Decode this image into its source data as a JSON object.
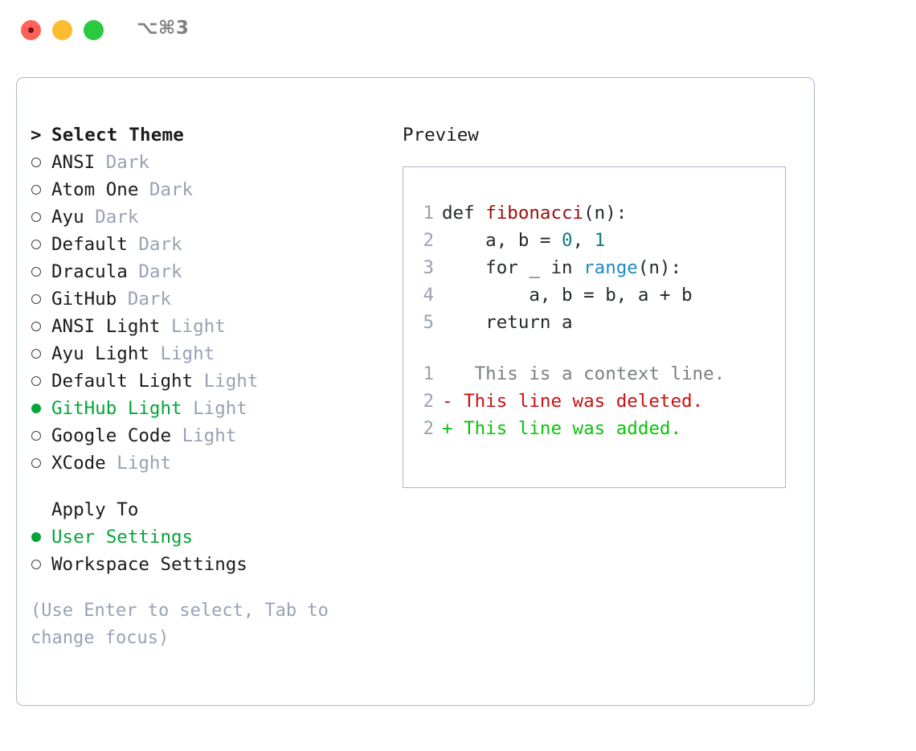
{
  "window": {
    "shortcut": "⌥⌘3",
    "traffic_lights": [
      {
        "name": "close",
        "color": "#ff6058"
      },
      {
        "name": "minimize",
        "color": "#fdbc2f"
      },
      {
        "name": "maximize",
        "color": "#2bc93f"
      }
    ]
  },
  "colors": {
    "panel_border": "#aeb7c2",
    "text": "#1b1b1b",
    "dim": "#98a2b3",
    "accent_green": "#05a437",
    "code_function": "#9c0d0d",
    "code_number": "#0f7d79",
    "code_builtin": "#1f8ac0",
    "diff_context": "#7c7f85",
    "diff_deleted": "#cc1010",
    "diff_added": "#0ac40a"
  },
  "theme_list": {
    "heading_marker": ">",
    "heading": "Select Theme",
    "items": [
      {
        "label": "ANSI",
        "tag": "Dark",
        "selected": false
      },
      {
        "label": "Atom One",
        "tag": "Dark",
        "selected": false
      },
      {
        "label": "Ayu",
        "tag": "Dark",
        "selected": false
      },
      {
        "label": "Default",
        "tag": "Dark",
        "selected": false
      },
      {
        "label": "Dracula",
        "tag": "Dark",
        "selected": false
      },
      {
        "label": "GitHub",
        "tag": "Dark",
        "selected": false
      },
      {
        "label": "ANSI Light",
        "tag": "Light",
        "selected": false
      },
      {
        "label": "Ayu Light",
        "tag": "Light",
        "selected": false
      },
      {
        "label": "Default Light",
        "tag": "Light",
        "selected": false
      },
      {
        "label": "GitHub Light",
        "tag": "Light",
        "selected": true
      },
      {
        "label": "Google Code",
        "tag": "Light",
        "selected": false
      },
      {
        "label": "XCode",
        "tag": "Light",
        "selected": false
      }
    ]
  },
  "apply_to": {
    "heading": "Apply To",
    "items": [
      {
        "label": "User Settings",
        "selected": true
      },
      {
        "label": "Workspace Settings",
        "selected": false
      }
    ]
  },
  "hint": "(Use Enter to select, Tab to change focus)",
  "preview": {
    "title": "Preview",
    "code_lines": [
      {
        "number": "1",
        "tokens": [
          {
            "text": "def ",
            "type": "plain"
          },
          {
            "text": "fibonacci",
            "type": "fn"
          },
          {
            "text": "(n):",
            "type": "plain"
          }
        ]
      },
      {
        "number": "2",
        "tokens": [
          {
            "text": "    a, b = ",
            "type": "plain"
          },
          {
            "text": "0",
            "type": "num"
          },
          {
            "text": ", ",
            "type": "plain"
          },
          {
            "text": "1",
            "type": "num"
          }
        ]
      },
      {
        "number": "3",
        "tokens": [
          {
            "text": "    for _ in ",
            "type": "plain"
          },
          {
            "text": "range",
            "type": "builtin"
          },
          {
            "text": "(n):",
            "type": "plain"
          }
        ]
      },
      {
        "number": "4",
        "tokens": [
          {
            "text": "        a, b = b, a + b",
            "type": "plain"
          }
        ]
      },
      {
        "number": "5",
        "tokens": [
          {
            "text": "    return a",
            "type": "plain"
          }
        ]
      }
    ],
    "diff_lines": [
      {
        "number": "1",
        "marker": " ",
        "text": "  This is a context line.",
        "kind": "ctx"
      },
      {
        "number": "2",
        "marker": "-",
        "text": " This line was deleted.",
        "kind": "del"
      },
      {
        "number": "2",
        "marker": "+",
        "text": " This line was added.",
        "kind": "add"
      }
    ]
  }
}
